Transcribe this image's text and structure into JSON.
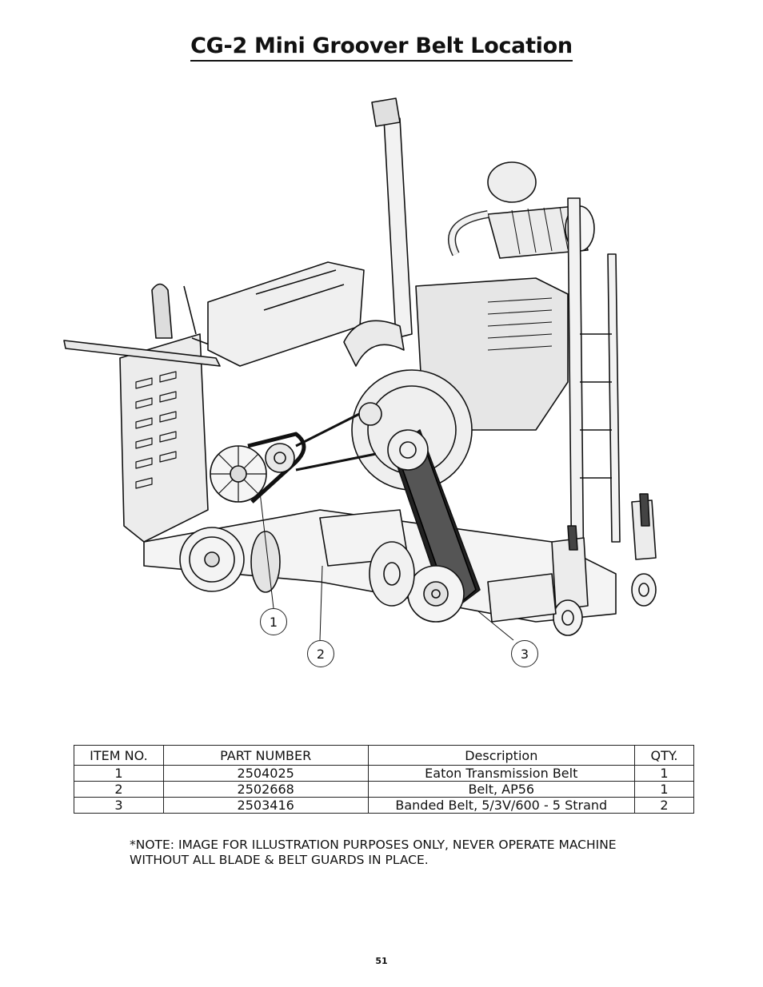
{
  "page": {
    "title": "CG-2 Mini Groover Belt Location",
    "page_number": "51"
  },
  "figure": {
    "callouts": [
      "1",
      "2",
      "3"
    ]
  },
  "table": {
    "headers": [
      "ITEM NO.",
      "PART NUMBER",
      "Description",
      "QTY."
    ],
    "rows": [
      [
        "1",
        "2504025",
        "Eaton Transmission Belt",
        "1"
      ],
      [
        "2",
        "2502668",
        "Belt, AP56",
        "1"
      ],
      [
        "3",
        "2503416",
        "Banded Belt, 5/3V/600 - 5 Strand",
        "2"
      ]
    ]
  },
  "note": {
    "line1": "*NOTE: IMAGE FOR ILLUSTRATION PURPOSES ONLY, NEVER OPERATE MACHINE",
    "line2": "WITHOUT ALL BLADE & BELT GUARDS IN PLACE."
  }
}
